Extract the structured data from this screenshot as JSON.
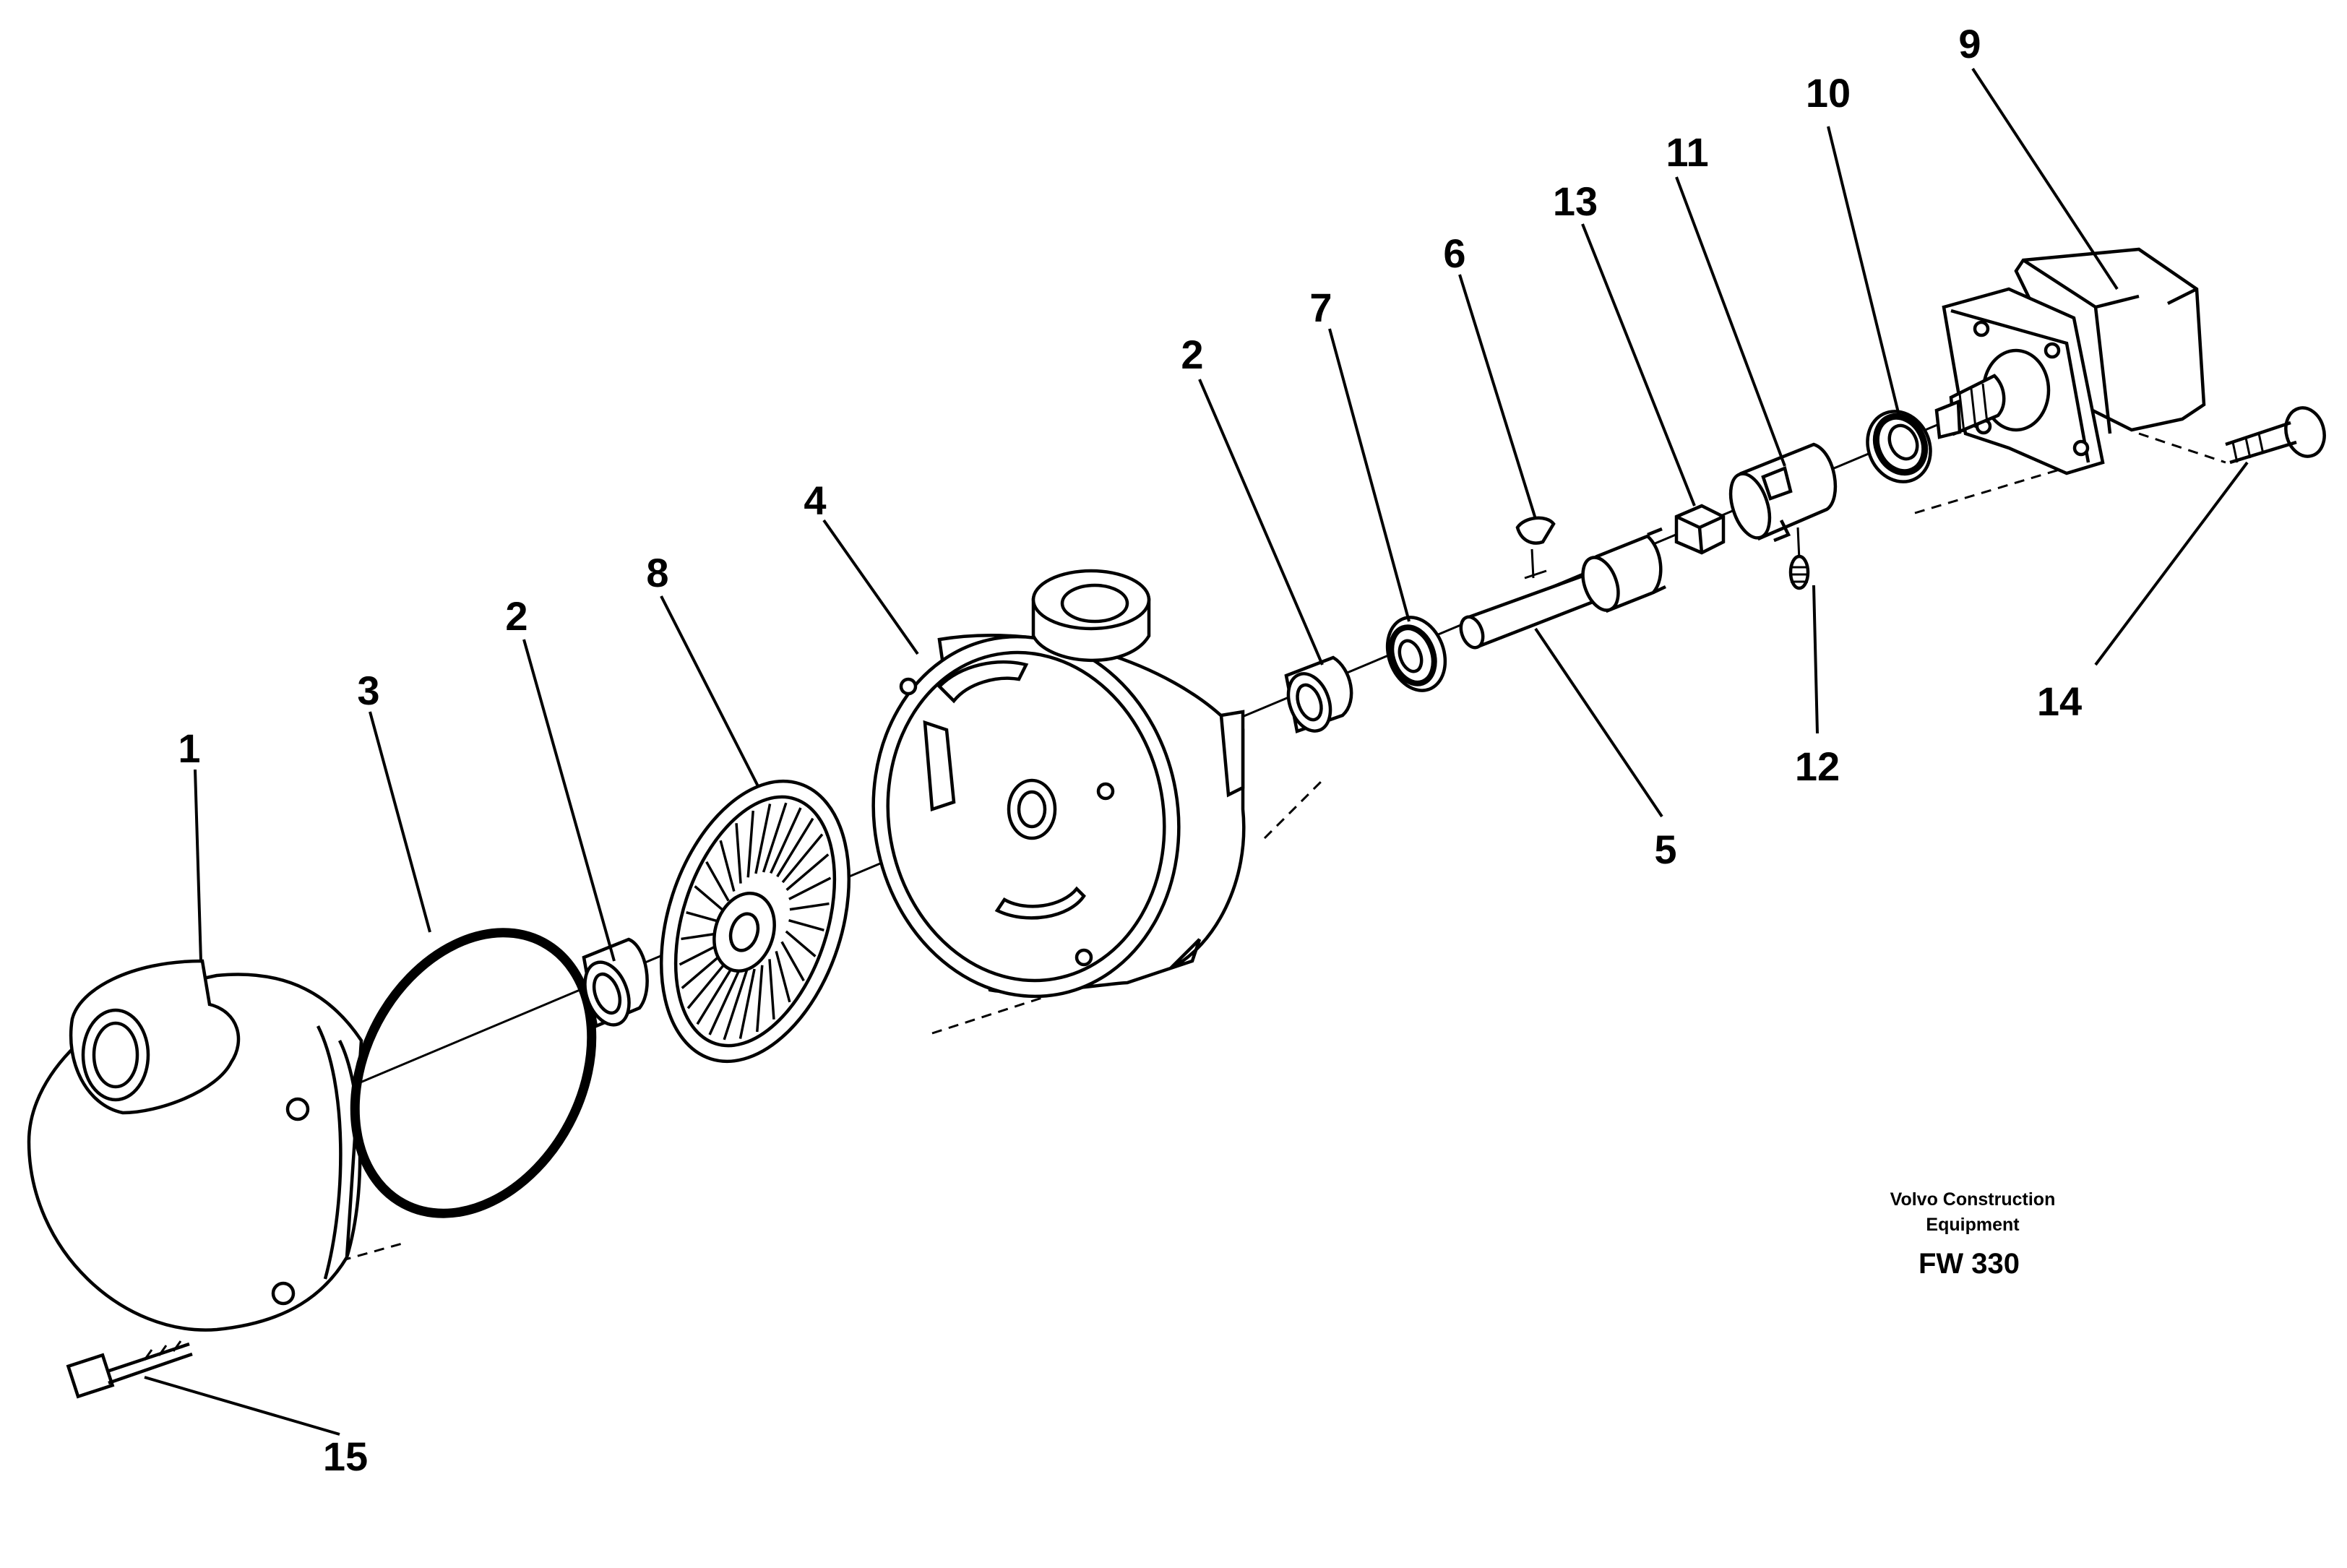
{
  "callouts": {
    "c1": "1",
    "c2a": "2",
    "c2b": "2",
    "c3": "3",
    "c4": "4",
    "c5": "5",
    "c6": "6",
    "c7": "7",
    "c8": "8",
    "c9": "9",
    "c10": "10",
    "c11": "11",
    "c12": "12",
    "c13": "13",
    "c14": "14",
    "c15": "15"
  },
  "stamp": {
    "line1": "Volvo Construction",
    "line2": "Equipment",
    "code": "FW 330"
  }
}
